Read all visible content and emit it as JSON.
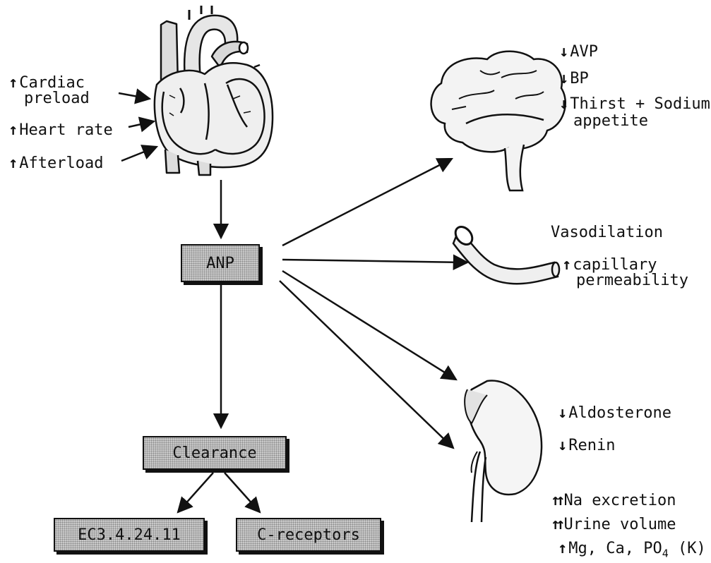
{
  "heart_inputs": {
    "preload_line1": "Cardiac",
    "preload_line2": "preload",
    "heart_rate": "Heart rate",
    "afterload": "Afterload"
  },
  "boxes": {
    "anp": "ANP",
    "clearance": "Clearance",
    "enzyme": "EC3.4.24.11",
    "receptors": "C-receptors"
  },
  "brain_effects": {
    "avp": "AVP",
    "bp": "BP",
    "thirst_line1": "Thirst + Sodium",
    "thirst_line2": "appetite"
  },
  "vessel_effects": {
    "vasodilation": "Vasodilation",
    "capillary_line1": "capillary",
    "capillary_line2": "permeability"
  },
  "kidney_effects": {
    "aldosterone": "Aldosterone",
    "renin": "Renin",
    "na_excretion": "Na excretion",
    "urine_volume": "Urine volume",
    "minerals": "Mg, Ca, PO",
    "minerals_subscript": "4",
    "minerals_suffix": " (K)"
  }
}
